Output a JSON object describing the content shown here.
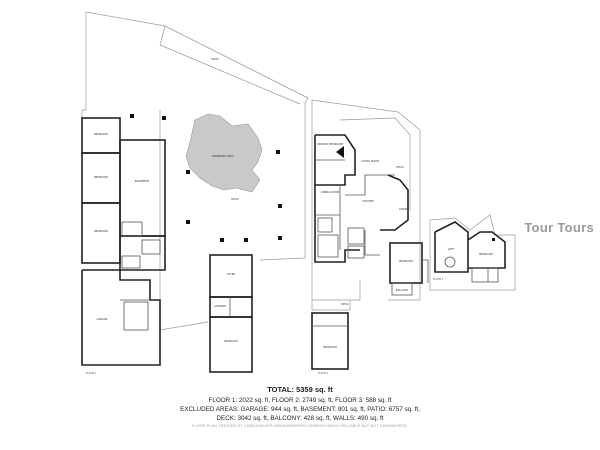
{
  "summary": {
    "total": "TOTAL: 5359 sq. ft",
    "line1": "FLOOR 1: 2022 sq. ft, FLOOR 2: 2749 sq. ft, FLOOR 3: 588 sq. ft",
    "line2": "EXCLUDED AREAS: GARAGE: 944 sq. ft, BASEMENT: 901 sq. ft, PATIO: 6757 sq. ft,",
    "line3": "DECK: 3042 sq. ft, BALCONY: 428 sq. ft, WALLS: 490 sq. ft",
    "disclaimer": "FLOOR PLAN CREATED BY CUBICASA APP. MEASUREMENTS DEEMED HIGHLY RELIABLE BUT NOT GUARANTEED."
  },
  "watermark": "Tour Tours",
  "floors": {
    "floor1": "FLOOR 1",
    "floor2": "FLOOR 2",
    "floor3": "FLOOR 3"
  },
  "rooms": {
    "patio_top": "PATIO",
    "bedroom_a": "BEDROOM",
    "bedroom_b": "BEDROOM",
    "bedroom_c": "BEDROOM",
    "basement": "BASEMENT",
    "pool": "SWIMMING POOL",
    "patio_main": "PATIO",
    "garage": "GARAGE",
    "foyer": "FOYER",
    "laundry": "LAUNDRY",
    "bedroom_f1": "BEDROOM",
    "primary_bedroom": "PRIMARY BEDROOM",
    "living_room": "LIVING ROOM",
    "kitchen": "KITCHEN",
    "dining_room": "DINING ROOM",
    "deck": "DECK",
    "dining": "DINING",
    "bedroom_f2": "BEDROOM",
    "balcony": "BALCONY",
    "deck_lower": "DECK",
    "bedroom_lower": "BEDROOM",
    "loft": "LOFT",
    "bedroom_f3": "BEDROOM"
  }
}
